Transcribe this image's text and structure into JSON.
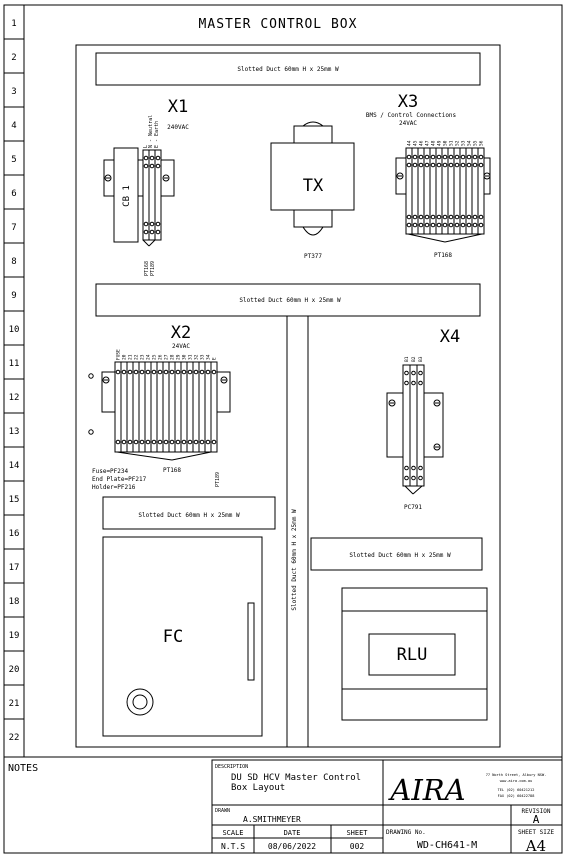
{
  "title": "MASTER CONTROL BOX",
  "row_numbers": [
    "1",
    "2",
    "3",
    "4",
    "5",
    "6",
    "7",
    "8",
    "9",
    "10",
    "11",
    "12",
    "13",
    "14",
    "15",
    "16",
    "17",
    "18",
    "19",
    "20",
    "21",
    "22"
  ],
  "ducts": {
    "top": "Slotted Duct 60mm H x 25mm W",
    "middle": "Slotted Duct 60mm H x 25mm W",
    "left_lower": "Slotted Duct 60mm H x 25mm W",
    "right_lower": "Slotted Duct 60mm H x 25mm W",
    "vertical": "Slotted Duct 60mm H x 25mm W"
  },
  "x1": {
    "label": "X1",
    "voltage": "240VAC",
    "cb": "CB 1",
    "terminals": [
      "L",
      "N - Neutral",
      "E - Earth"
    ],
    "pt_a": "PT168",
    "pt_b": "PT189"
  },
  "tx": {
    "label": "TX",
    "part": "PT377"
  },
  "x3": {
    "label": "X3",
    "desc": "BMS / Control Connections",
    "voltage": "24VAC",
    "terminals": [
      "44",
      "45",
      "46",
      "47",
      "48",
      "49",
      "50",
      "51",
      "52",
      "53",
      "54",
      "55",
      "56"
    ],
    "part": "PT168"
  },
  "x2": {
    "label": "X2",
    "voltage": "24VAC",
    "terminals": [
      "FUSE",
      "20",
      "21",
      "22",
      "23",
      "24",
      "25",
      "26",
      "27",
      "28",
      "29",
      "30",
      "31",
      "32",
      "33",
      "34",
      "E"
    ],
    "fuse_note": "Fuse=PF234",
    "endplate_note": "End Plate=PF217",
    "holder_note": "Holder=PF216",
    "part": "PT168",
    "part_b": "PT189"
  },
  "x4": {
    "label": "X4",
    "terminals": [
      "B1",
      "B2",
      "B3"
    ],
    "part": "PC791"
  },
  "fc": {
    "label": "FC"
  },
  "rlu": {
    "label": "RLU"
  },
  "notes_label": "NOTES",
  "title_block": {
    "description_label": "DESCRIPTION",
    "description_line1": "DU SD HCV Master Control",
    "description_line2": "Box Layout",
    "logo": "AIRA",
    "address_line1": "77 North Street, Albury NSW.",
    "address_line2": "www.aira.com.au",
    "address_line3": "TEL (02) 60421212",
    "address_line4": "FAX (02) 60422788",
    "drawn_label": "DRAWN",
    "drawn_by": "A.SMITHMEYER",
    "revision_label": "REVISION",
    "revision": "A",
    "scale_label": "SCALE",
    "scale": "N.T.S",
    "date_label": "DATE",
    "date": "08/06/2022",
    "sheet_label": "SHEET",
    "sheet": "002",
    "drawing_no_label": "DRAWING No.",
    "drawing_no": "WD-CH641-M",
    "sheet_size_label": "SHEET SIZE",
    "sheet_size": "A4"
  }
}
